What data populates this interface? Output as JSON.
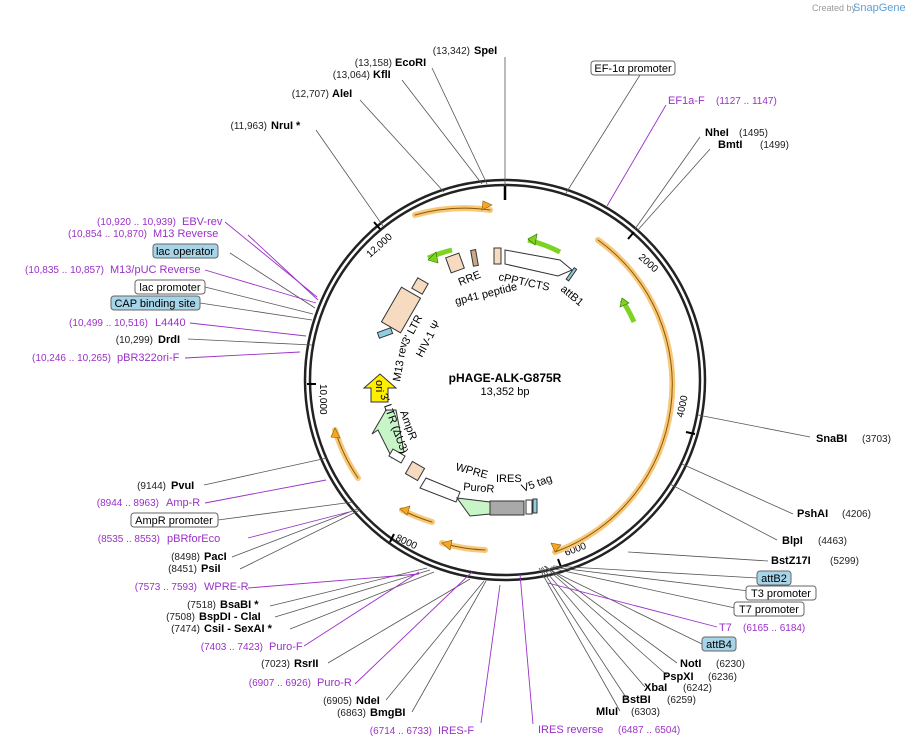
{
  "credit": {
    "created_by": "Created by",
    "brand": "SnapGene"
  },
  "plasmid": {
    "name": "pHAGE-ALK-G875R",
    "size": "13,352 bp"
  },
  "ticks": [
    "2000",
    "4000",
    "6000",
    "8000",
    "10,000",
    "12,000"
  ],
  "enzymes": [
    {
      "name": "SpeI",
      "pos": "(13,342)"
    },
    {
      "name": "EcoRI",
      "pos": "(13,158)"
    },
    {
      "name": "KflI",
      "pos": "(13,064)"
    },
    {
      "name": "AleI",
      "pos": "(12,707)"
    },
    {
      "name": "NruI *",
      "pos": "(11,963)"
    },
    {
      "name": "NheI",
      "pos": "(1495)"
    },
    {
      "name": "BmtI",
      "pos": "(1499)"
    },
    {
      "name": "DrdI",
      "pos": "(10,299)"
    },
    {
      "name": "SnaBI",
      "pos": "(3703)"
    },
    {
      "name": "PshAI",
      "pos": "(4206)"
    },
    {
      "name": "BlpI",
      "pos": "(4463)"
    },
    {
      "name": "BstZ17I",
      "pos": "(5299)"
    },
    {
      "name": "PvuI",
      "pos": "(9144)"
    },
    {
      "name": "PacI",
      "pos": "(8498)"
    },
    {
      "name": "PsiI",
      "pos": "(8451)"
    },
    {
      "name": "BsaBI *",
      "pos": "(7518)"
    },
    {
      "name": "BspDI - ClaI",
      "pos": "(7508)"
    },
    {
      "name": "CsiI - SexAI *",
      "pos": "(7474)"
    },
    {
      "name": "RsrII",
      "pos": "(7023)"
    },
    {
      "name": "NdeI",
      "pos": "(6905)"
    },
    {
      "name": "BmgBI",
      "pos": "(6863)"
    },
    {
      "name": "NotI",
      "pos": "(6230)"
    },
    {
      "name": "PspXI",
      "pos": "(6236)"
    },
    {
      "name": "XbaI",
      "pos": "(6242)"
    },
    {
      "name": "BstBI",
      "pos": "(6259)"
    },
    {
      "name": "MluI",
      "pos": "(6303)"
    }
  ],
  "primers": [
    {
      "name": "EF1a-F",
      "pos": "(1127 .. 1147)"
    },
    {
      "name": "EBV-rev",
      "pos": "(10,920 .. 10,939)"
    },
    {
      "name": "M13 Reverse",
      "pos": "(10,854 .. 10,870)"
    },
    {
      "name": "M13/pUC Reverse",
      "pos": "(10,835 .. 10,857)"
    },
    {
      "name": "L4440",
      "pos": "(10,499 .. 10,516)"
    },
    {
      "name": "pBR322ori-F",
      "pos": "(10,246 .. 10,265)"
    },
    {
      "name": "Amp-R",
      "pos": "(8944 .. 8963)"
    },
    {
      "name": "pBRforEco",
      "pos": "(8535 .. 8553)"
    },
    {
      "name": "WPRE-R",
      "pos": "(7573 .. 7593)"
    },
    {
      "name": "Puro-F",
      "pos": "(7403 .. 7423)"
    },
    {
      "name": "Puro-R",
      "pos": "(6907 .. 6926)"
    },
    {
      "name": "IRES-F",
      "pos": "(6714 .. 6733)"
    },
    {
      "name": "IRES reverse",
      "pos": "(6487 .. 6504)"
    },
    {
      "name": "T7",
      "pos": "(6165 .. 6184)"
    }
  ],
  "boxed_features": {
    "ef1a_promoter": "EF-1α promoter",
    "lac_operator": "lac operator",
    "lac_promoter": "lac promoter",
    "cap_binding_site": "CAP binding site",
    "ampr_promoter": "AmpR promoter",
    "attb2": "attB2",
    "t3_promoter": "T3 promoter",
    "t7_promoter": "T7 promoter",
    "attb4": "attB4"
  },
  "inner_features": {
    "rre": "RRE",
    "gp41": "gp41 peptide",
    "cppt": "cPPT/CTS",
    "attb1": "attB1",
    "ltr3": "3' LTR",
    "hiv_psi": "HIV-1 Ψ",
    "m13rev": "M13 rev",
    "ori": "ori",
    "ltr3_du3": "3' LTR (ΔU3)",
    "ampr": "AmpR",
    "wpre": "WPRE",
    "puror": "PuroR",
    "ires": "IRES",
    "v5tag": "V5 tag"
  },
  "colors": {
    "orf_fill": "#f7c77a",
    "orf_arrow": "#f5a623",
    "green_arrow": "#7ed321",
    "peach": "#f7dbc0",
    "ori_yellow": "#ffee00",
    "ampr_green": "#c8f5c8",
    "primer_purple": "#9b30c8",
    "box_blue": "#a6d4e8"
  }
}
